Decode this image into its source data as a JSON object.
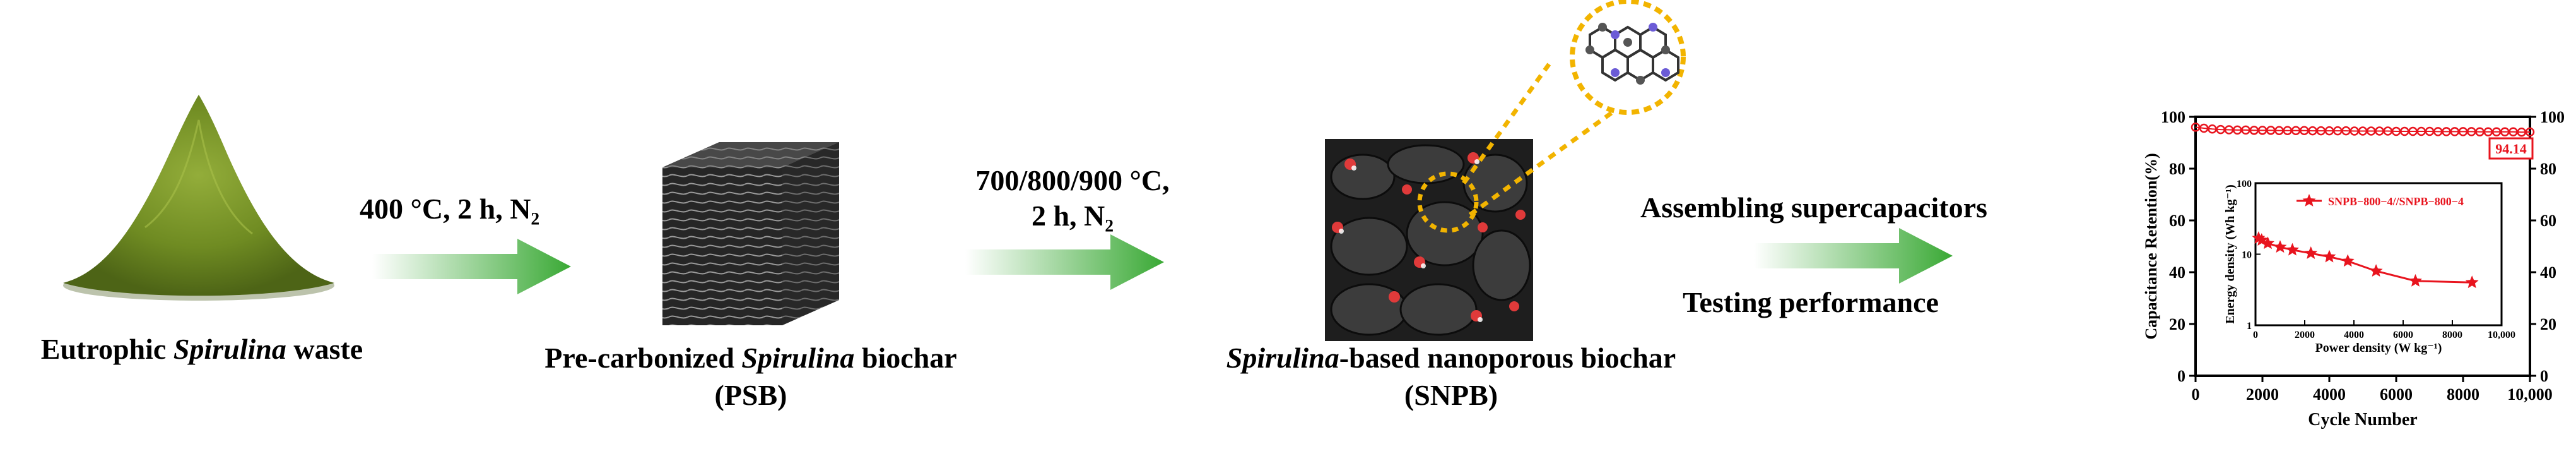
{
  "steps": [
    {
      "label_parts": [
        "Eutrophic ",
        "Spirulina",
        " waste"
      ]
    },
    {
      "label_parts": [
        "Pre-carbonized ",
        "Spirulina",
        " biochar"
      ],
      "sub": "(PSB)"
    },
    {
      "label_parts": [
        "Spirulina",
        "-based nanoporous biochar"
      ],
      "sub": "(SNPB)"
    }
  ],
  "arrows": [
    {
      "line1": "400 °C, 2 h, N₂"
    },
    {
      "line1": "700/800/900 °C,",
      "line2": "2 h, N₂"
    },
    {
      "line1": "Assembling supercapacitors",
      "line2": "Testing performance"
    }
  ],
  "colors": {
    "arrow_green": "#3aa935",
    "powder_green": "#6e8a22",
    "series_red": "#e8141e",
    "pore_red": "#e03a3a",
    "dashed_gold": "#f2b400"
  },
  "chart_data": {
    "type": "scatter",
    "xlabel": "Cycle Number",
    "ylabel": "Capacitance Retention(%)",
    "xlim": [
      0,
      10000
    ],
    "ylim": [
      0,
      100
    ],
    "xticks": [
      "0",
      "2000",
      "4000",
      "6000",
      "8000",
      "10,000"
    ],
    "yticks": [
      "0",
      "20",
      "40",
      "60",
      "80",
      "100"
    ],
    "yticks_right": [
      "0",
      "20",
      "40",
      "60",
      "80",
      "100"
    ],
    "retention_series": {
      "x": [
        0,
        250,
        500,
        750,
        1000,
        1250,
        1500,
        1750,
        2000,
        2250,
        2500,
        2750,
        3000,
        3250,
        3500,
        3750,
        4000,
        4250,
        4500,
        4750,
        5000,
        5250,
        5500,
        5750,
        6000,
        6250,
        6500,
        6750,
        7000,
        7250,
        7500,
        7750,
        8000,
        8250,
        8500,
        8750,
        9000,
        9250,
        9500,
        9750,
        10000
      ],
      "y": [
        96,
        95.6,
        95.3,
        95.1,
        95,
        94.9,
        94.9,
        94.8,
        94.8,
        94.8,
        94.7,
        94.7,
        94.7,
        94.7,
        94.6,
        94.6,
        94.6,
        94.6,
        94.6,
        94.5,
        94.5,
        94.5,
        94.5,
        94.5,
        94.4,
        94.4,
        94.4,
        94.4,
        94.4,
        94.3,
        94.3,
        94.3,
        94.3,
        94.3,
        94.2,
        94.2,
        94.2,
        94.2,
        94.2,
        94.1,
        94.14
      ]
    },
    "end_label": "94.14",
    "inset": {
      "type": "line",
      "xlabel": "Power density (W kg⁻¹)",
      "ylabel": "Energy density (Wh kg⁻¹)",
      "xlim": [
        0,
        10000
      ],
      "yscale": "log",
      "ylim": [
        1,
        100
      ],
      "xticks": [
        "0",
        "2000",
        "4000",
        "6000",
        "8000",
        "10,000"
      ],
      "yticks": [
        "1",
        "10",
        "100"
      ],
      "series": [
        {
          "name": "SNPB−800−4//SNPB−800−4",
          "x": [
            125,
            250,
            500,
            1000,
            1500,
            2250,
            3000,
            3750,
            4900,
            6500,
            8800
          ],
          "y": [
            16.8,
            15.8,
            14.2,
            12.6,
            11.5,
            10.3,
            9.2,
            8.0,
            5.8,
            4.2,
            4.0
          ]
        }
      ]
    }
  }
}
